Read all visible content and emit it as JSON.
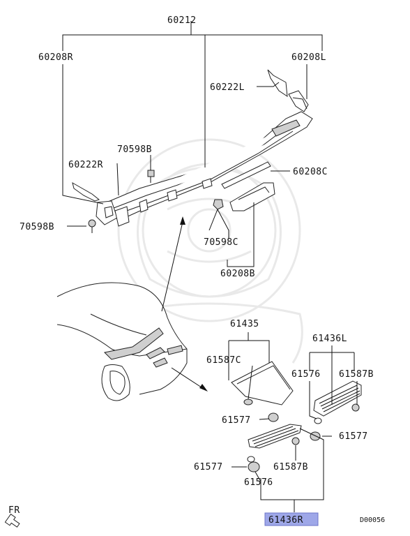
{
  "labels": {
    "p60212": "60212",
    "p60208R": "60208R",
    "p60208L": "60208L",
    "p60222L": "60222L",
    "p70598B_top": "70598B",
    "p60222R": "60222R",
    "p60208C": "60208C",
    "p70598B_left": "70598B",
    "p70598C": "70598C",
    "p60208B": "60208B",
    "p61435": "61435",
    "p61436L": "61436L",
    "p61587C": "61587C",
    "p61576_right": "61576",
    "p61587B_right": "61587B",
    "p61577_mid": "61577",
    "p61577_right": "61577",
    "p61577_left": "61577",
    "p61587B_lower": "61587B",
    "p61576_lower": "61576",
    "p61436R": "61436R"
  },
  "direction_label": "FR",
  "diagram_code": "D00056",
  "colors": {
    "highlight": "#9ea7e8",
    "line": "#111111",
    "watermark": "#e9e9e9"
  }
}
